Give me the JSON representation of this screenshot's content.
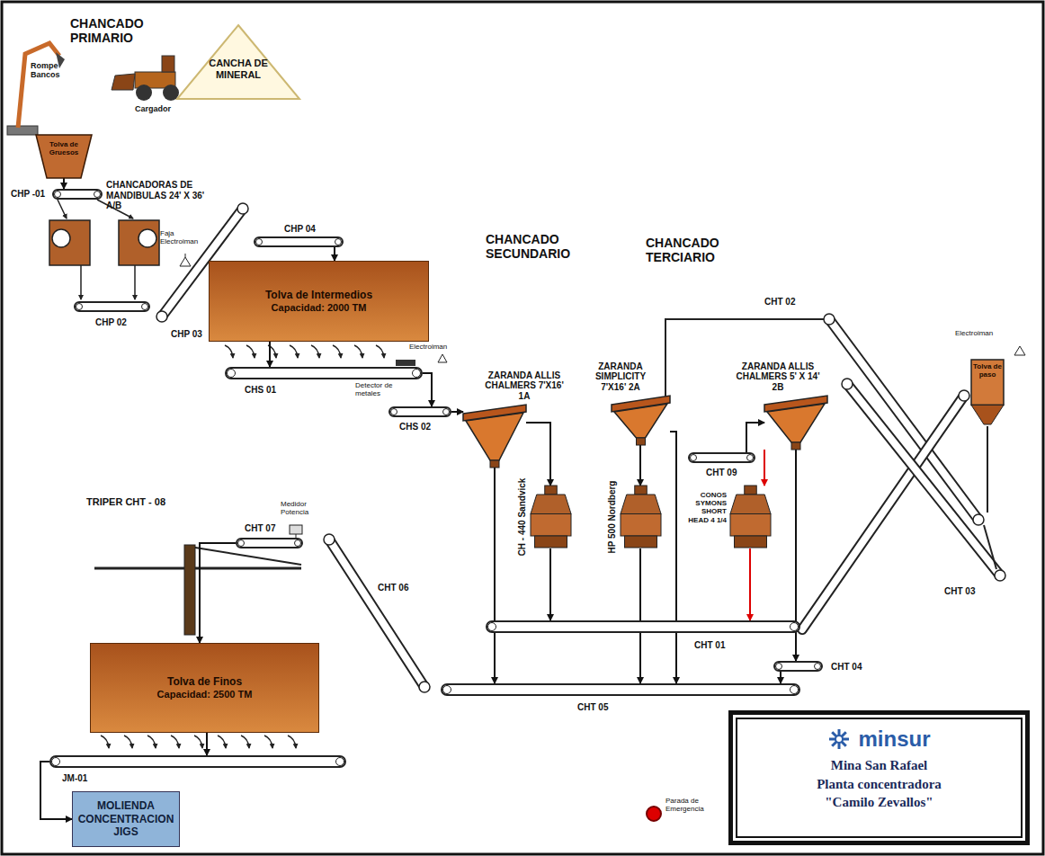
{
  "diagram": {
    "nodes": [
      {
        "text": [
          "CANCHA DE MINERAL"
        ]
      },
      {
        "text": [
          "Tolva de Gruesos"
        ]
      },
      {
        "text": [
          "CHP -01"
        ]
      },
      {
        "text": [
          "CHP 02"
        ]
      },
      {
        "text": [
          "CHP 04"
        ]
      },
      {
        "text": [
          "Tolva de Intermedios",
          "Capacidad: 2000 TM"
        ]
      },
      {
        "text": [
          "CHS 01"
        ]
      },
      {
        "text": [
          "CHS 02"
        ]
      },
      {
        "text": [
          "ZARANDA ALLIS CHALMERS 7'X16' 1A"
        ]
      },
      {
        "text": [
          "ZARANDA SIMPLICITY 7'X16' 2A"
        ]
      },
      {
        "text": [
          "ZARANDA ALLIS CHALMERS 5' X 14' 2B"
        ]
      },
      {
        "text": [
          "CH - 440 Sandvick"
        ]
      },
      {
        "text": [
          "HP 500 Nordberg"
        ]
      },
      {
        "text": [
          "CONOS SYMONS SHORT HEAD 4 1/4"
        ]
      },
      {
        "text": [
          "CHT 09"
        ]
      },
      {
        "text": [
          "CHT 01"
        ]
      },
      {
        "text": [
          "CHT 04"
        ]
      },
      {
        "text": [
          "CHT 05"
        ]
      },
      {
        "text": [
          "Tolva de paso"
        ]
      },
      {
        "text": [
          "CHT 07"
        ]
      },
      {
        "text": [
          "Tolva de Finos",
          "Capacidad: 2500 TM"
        ]
      },
      {
        "text": [
          "JM-01"
        ]
      },
      {
        "text": [
          "MOLIENDA CONCENTRACION JIGS"
        ]
      },
      {
        "text": [
          "minsur",
          "Mina San Rafael",
          "Planta concentradora",
          "\"Camilo Zevallos\""
        ]
      }
    ],
    "edges": [
      {
        "from": 1,
        "to": 2,
        "arrow": "to"
      },
      {
        "from": 4,
        "to": 5,
        "arrow": "to"
      },
      {
        "from": 5,
        "to": 6,
        "arrow": "to"
      },
      {
        "from": 6,
        "to": 7,
        "arrow": "to"
      },
      {
        "from": 7,
        "to": 8,
        "arrow": "to"
      },
      {
        "from": 8,
        "to": 11,
        "arrow": "to"
      },
      {
        "from": 8,
        "to": 17,
        "arrow": "to"
      },
      {
        "from": 11,
        "to": 15,
        "arrow": "to"
      },
      {
        "from": 9,
        "to": 12,
        "arrow": "to"
      },
      {
        "from": 9,
        "to": 17,
        "arrow": "to"
      },
      {
        "from": 12,
        "to": 17,
        "arrow": "to"
      },
      {
        "from": 14,
        "to": 10,
        "arrow": "to"
      },
      {
        "from": 10,
        "to": 13,
        "arrow": "to"
      },
      {
        "from": 13,
        "to": 15,
        "arrow": "to"
      },
      {
        "from": 10,
        "to": 16,
        "arrow": "to"
      },
      {
        "from": 16,
        "to": 17,
        "arrow": "to"
      },
      {
        "from": 19,
        "to": 20,
        "arrow": "to"
      },
      {
        "from": 20,
        "to": 21,
        "arrow": "to"
      },
      {
        "from": 21,
        "to": 22,
        "arrow": "to"
      }
    ],
    "labels": [
      "CHANCADO PRIMARIO",
      "Rompe Bancos",
      "Cargador",
      "CHANCADORAS DE MANDIBULAS 24' X 36' A/B",
      "Faja Electroiman",
      "CHP 03",
      "Detector de metales",
      "Electroiman",
      "CHANCADO SECUNDARIO",
      "CHANCADO TERCIARIO",
      "CHT 02",
      "Electroiman",
      "CHT 03",
      "CHT 06",
      "Medidor Potencia",
      "TRIPER CHT - 08",
      "Parada de Emergencia"
    ]
  }
}
